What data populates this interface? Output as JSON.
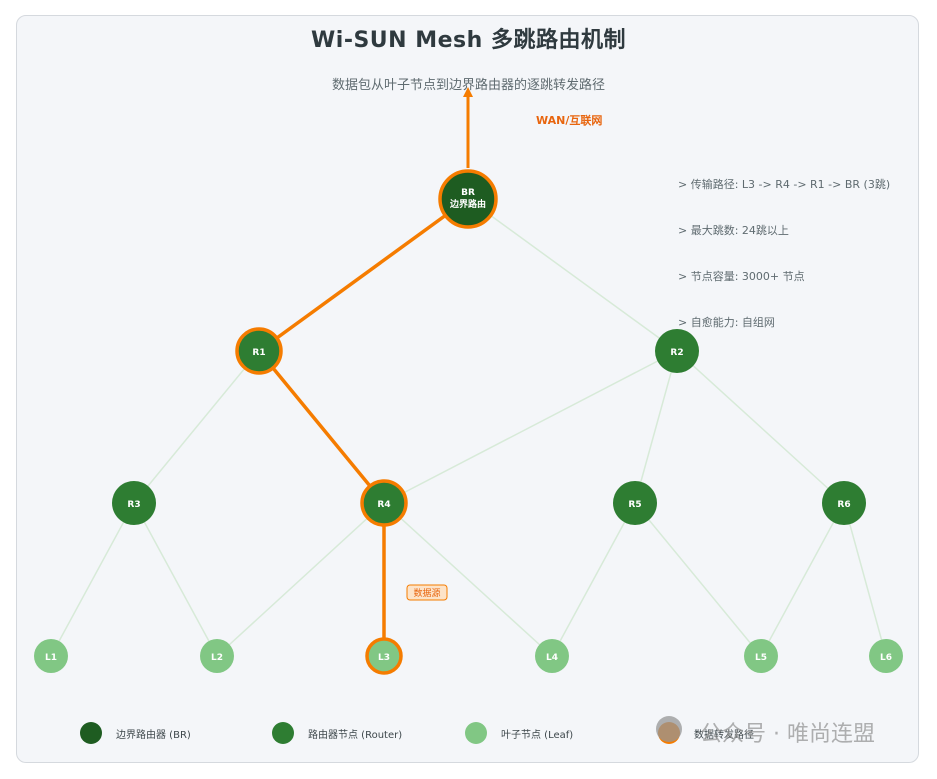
{
  "title": "Wi-SUN Mesh 多跳路由机制",
  "subtitle": "数据包从叶子节点到边界路由器的逐跳转发路径",
  "wan_label": "WAN/互联网",
  "source_label": "数据源",
  "info": [
    "> 传输路径: L3 -> R4 -> R1 -> BR (3跳)",
    "> 最大跳数: 24跳以上",
    "> 节点容量: 3000+ 节点",
    "> 自愈能力: 自组网"
  ],
  "nodes": {
    "br": {
      "line1": "BR",
      "line2": "边界路由"
    },
    "r1": "R1",
    "r2": "R2",
    "r3": "R3",
    "r4": "R4",
    "r5": "R5",
    "r6": "R6",
    "l1": "L1",
    "l2": "L2",
    "l3": "L3",
    "l4": "L4",
    "l5": "L5",
    "l6": "L6"
  },
  "legend": [
    {
      "label": "边界路由器 (BR)",
      "color": "#1e5c21"
    },
    {
      "label": "路由器节点 (Router)",
      "color": "#2e7d32"
    },
    {
      "label": "叶子节点 (Leaf)",
      "color": "#81c784"
    },
    {
      "label": "数据转发路径",
      "color": "#f57c00"
    }
  ],
  "watermark": "公众号 · 唯尚连盟",
  "colors": {
    "border_router": "#1e5c21",
    "router": "#2e7d32",
    "leaf": "#81c784",
    "path": "#f57c00",
    "link": "#d7ead8",
    "accent_text": "#e8650e"
  }
}
